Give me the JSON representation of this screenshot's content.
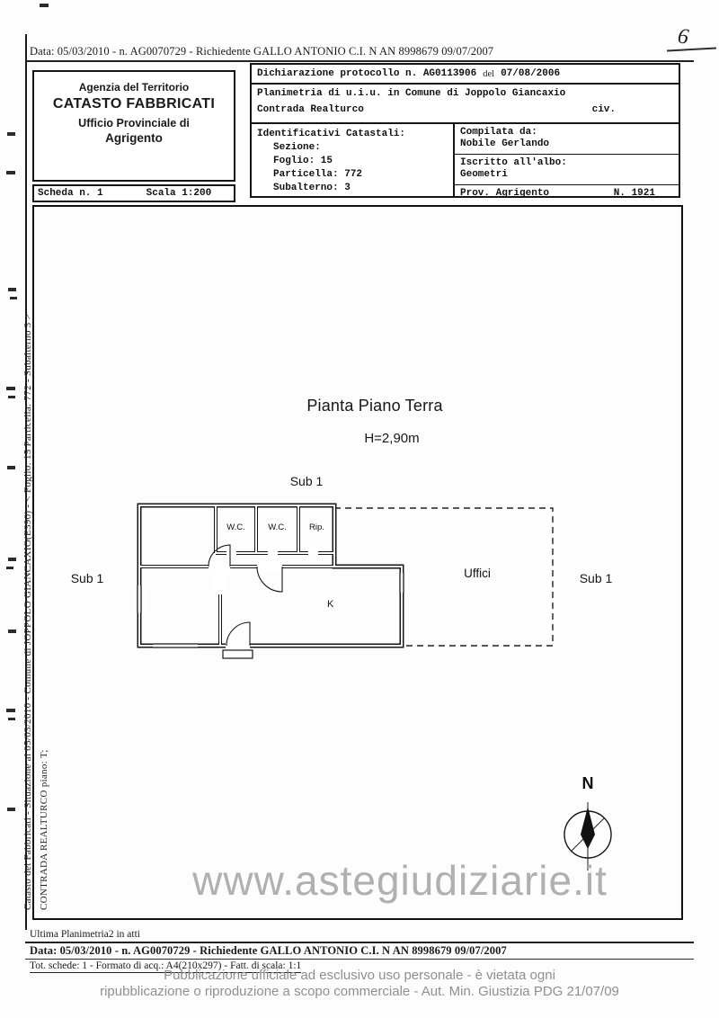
{
  "doc": {
    "top_line": "Data: 05/03/2010 - n. AG0070729 - Richiedente GALLO ANTONIO C.I. N AN 8998679 09/07/2007",
    "page_number": "6"
  },
  "header": {
    "agency": {
      "line1": "Agenzia del Territorio",
      "line2": "CATASTO FABBRICATI",
      "line3": "Ufficio Provinciale di",
      "line4": "Agrigento"
    },
    "scheda": {
      "label": "Scheda n. 1",
      "scala": "Scala 1:200"
    },
    "declaration": {
      "text": "Dichiarazione protocollo n. AG0113906",
      "del": "del",
      "date": "07/08/2006"
    },
    "planimetria": {
      "line1": "Planimetria di u.i.u. in Comune di Joppolo Giancaxio",
      "line2": "Contrada Realturco",
      "civ": "civ."
    },
    "identificativi": {
      "title": "Identificativi Catastali:",
      "lines": [
        "Sezione:",
        "Foglio: 15",
        "Particella: 772",
        "Subalterno: 3"
      ]
    },
    "compilata": {
      "label": "Compilata da:",
      "name": "Nobile Gerlando",
      "albo_label": "Iscritto all'albo:",
      "albo_value": "Geometri",
      "prov": "Prov. Agrigento",
      "num": "N. 1921"
    }
  },
  "plan": {
    "title": "Pianta Piano Terra",
    "height_label": "H=2,90m",
    "sub_top": "Sub 1",
    "sub_left": "Sub 1",
    "sub_right": "Sub 1",
    "room_wc1": "W.C.",
    "room_wc2": "W.C.",
    "room_rip": "Rip.",
    "room_k": "K",
    "room_uffici": "Uffici",
    "north_label": "N"
  },
  "margin": {
    "vertical_line1": "Catasto dei Fabbricati - Situazione al 05/03/2010 - Comune di JOPPOLO GIANCAXIO(E390) - < Foglio: 15 Particella: 772 - Subalterno 3 >",
    "vertical_line2": "CONTRADA REALTURCO piano: T;"
  },
  "watermark": {
    "text": "www.astegiudiziarie.it",
    "color": "#a3a3a3"
  },
  "footer": {
    "ultima": "Ultima Planimetria2 in atti",
    "data_line": "Data: 05/03/2010 - n. AG0070729 - Richiedente GALLO ANTONIO C.I. N AN 8998679 09/07/2007",
    "tot_line": "Tot. schede: 1 - Formato di acq.: A4(210x297) - Fatt. di scala: 1:1",
    "legal1": "Pubblicazione ufficiale ad esclusivo uso personale - è vietata ogni",
    "legal2": "ripubblicazione o riproduzione a scopo commerciale - Aut. Min. Giustizia PDG 21/07/09"
  }
}
